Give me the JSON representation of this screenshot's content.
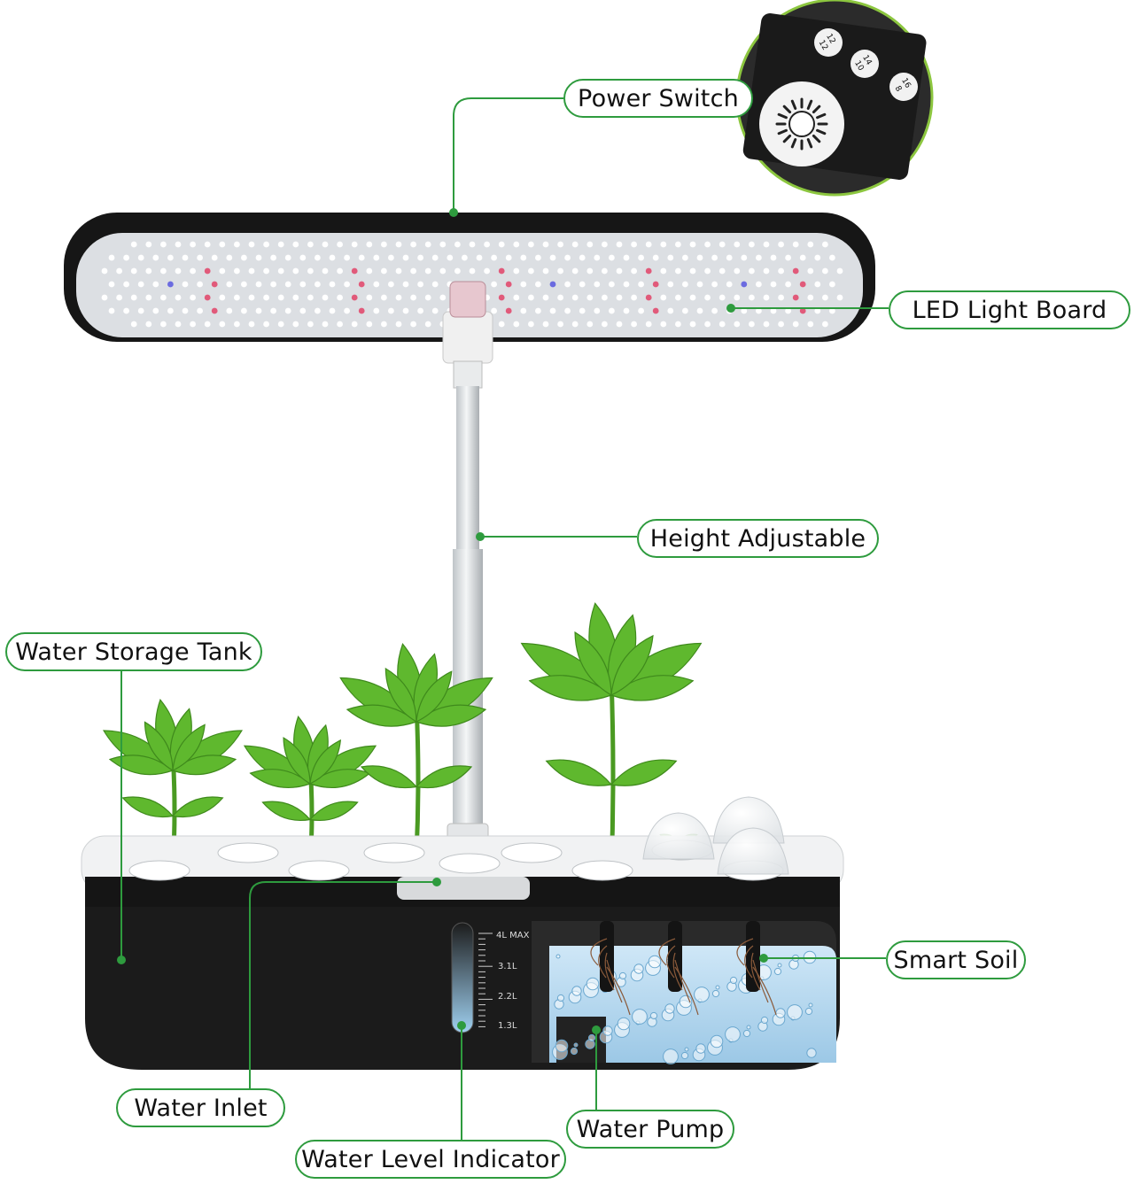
{
  "callouts": {
    "power_switch": "Power Switch",
    "led_light_board": "LED Light Board",
    "height_adjustable": "Height Adjustable",
    "water_storage_tank": "Water Storage Tank",
    "smart_soil": "Smart Soil",
    "water_inlet": "Water Inlet",
    "water_pump": "Water Pump",
    "water_level_indicator": "Water Level Indicator"
  },
  "power_panel": {
    "buttons": [
      {
        "top": "12",
        "bottom": "12"
      },
      {
        "top": "14",
        "bottom": "10"
      },
      {
        "top": "16",
        "bottom": "8"
      }
    ]
  },
  "water_scale": {
    "marks": [
      "4L MAX",
      "3.1L",
      "2.2L",
      "1.3L"
    ]
  },
  "colors": {
    "accent_green": "#2e9b3e",
    "tank_black": "#1b1b1b",
    "water_blue": "#b9dcf2",
    "leaf_green": "#5fb82e"
  }
}
